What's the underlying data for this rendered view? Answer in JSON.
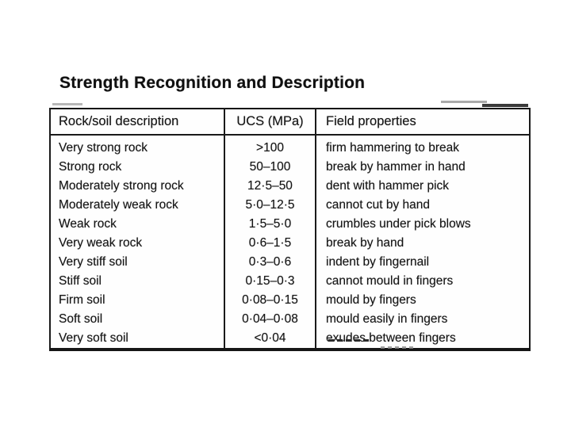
{
  "slide": {
    "title": "Strength Recognition and Description",
    "table": {
      "headers": [
        "Rock/soil description",
        "UCS (MPa)",
        "Field properties"
      ],
      "rows": [
        [
          "Very strong rock",
          ">100",
          "firm hammering to break"
        ],
        [
          "Strong rock",
          "50–100",
          "break by hammer in hand"
        ],
        [
          "Moderately strong rock",
          "12·5–50",
          "dent with hammer pick"
        ],
        [
          "Moderately weak rock",
          "5·0–12·5",
          "cannot cut by hand"
        ],
        [
          "Weak rock",
          "1·5–5·0",
          "crumbles under pick blows"
        ],
        [
          "Very weak rock",
          "0·6–1·5",
          "break by hand"
        ],
        [
          "Very stiff soil",
          "0·3–0·6",
          "indent by fingernail"
        ],
        [
          "Stiff soil",
          "0·15–0·3",
          "cannot mould in fingers"
        ],
        [
          "Firm soil",
          "0·08–0·15",
          "mould by fingers"
        ],
        [
          "Soft soil",
          "0·04–0·08",
          "mould easily in fingers"
        ],
        [
          "Very soft soil",
          "<0·04",
          "exudes between fingers"
        ]
      ]
    },
    "colors": {
      "background": "#ffffff",
      "text": "#161616",
      "border": "#1a1a1a"
    }
  }
}
